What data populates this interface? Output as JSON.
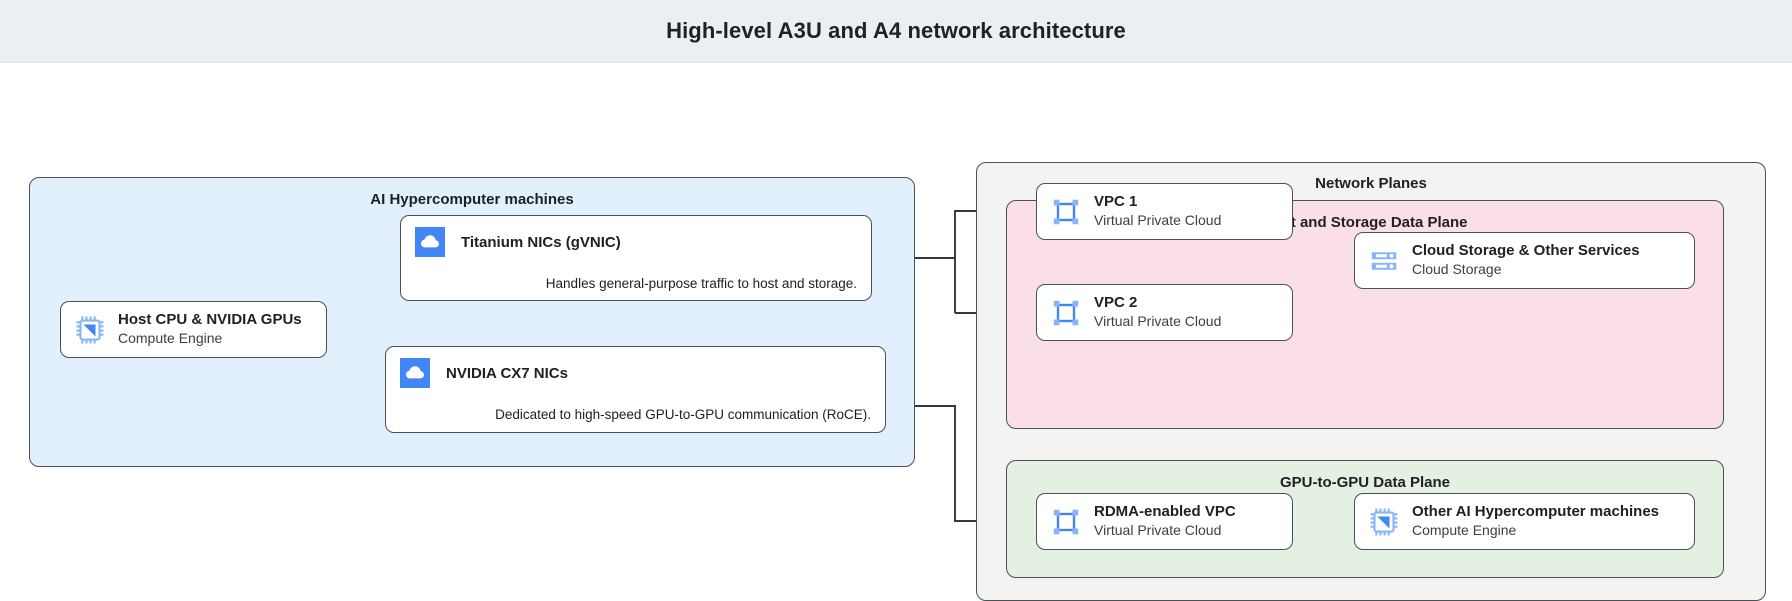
{
  "header": {
    "title": "High-level A3U and A4 network architecture"
  },
  "colors": {
    "header_bg": "#eceff1",
    "machines_group_bg": "#e2f0fd",
    "planes_group_bg": "#f3f3f1",
    "host_plane_bg": "#fae0e6",
    "gpu_plane_bg": "#e3f0e2",
    "stroke": "#4a5257",
    "icon_blue": "#4285f4",
    "icon_blue_light": "#8ab4f8",
    "text": "#202124"
  },
  "groups": {
    "machines": {
      "title": "AI Hypercomputer machines"
    },
    "network_planes": {
      "title": "Network Planes"
    },
    "host_storage_plane": {
      "title": "Host and Storage Data Plane"
    },
    "gpu_plane": {
      "title": "GPU-to-GPU Data Plane"
    }
  },
  "nodes": {
    "host_cpu_gpus": {
      "title": "Host CPU & NVIDIA GPUs",
      "subtitle": "Compute Engine",
      "icon": "compute-engine-chip-icon"
    },
    "titanium_nics": {
      "title": "Titanium NICs (gVNIC)",
      "description": "Handles general-purpose traffic to host and storage.",
      "icon": "google-cloud-icon"
    },
    "nvidia_cx7_nics": {
      "title": "NVIDIA CX7 NICs",
      "description": "Dedicated to high-speed GPU-to-GPU communication (RoCE).",
      "icon": "google-cloud-icon"
    },
    "vpc_1": {
      "title": "VPC 1",
      "subtitle": "Virtual Private Cloud",
      "icon": "vpc-network-icon"
    },
    "vpc_2": {
      "title": "VPC 2",
      "subtitle": "Virtual Private Cloud",
      "icon": "vpc-network-icon"
    },
    "cloud_storage": {
      "title": "Cloud Storage & Other Services",
      "subtitle": "Cloud Storage",
      "icon": "cloud-storage-icon"
    },
    "rdma_vpc": {
      "title": "RDMA-enabled VPC",
      "subtitle": "Virtual Private Cloud",
      "icon": "vpc-network-icon"
    },
    "other_machines": {
      "title": "Other AI Hypercomputer machines",
      "subtitle": "Compute Engine",
      "icon": "compute-engine-chip-icon"
    }
  },
  "edges": [
    {
      "from": "host_cpu_gpus",
      "to": "titanium_nics"
    },
    {
      "from": "host_cpu_gpus",
      "to": "nvidia_cx7_nics"
    },
    {
      "from": "titanium_nics",
      "to": "vpc_1"
    },
    {
      "from": "titanium_nics",
      "to": "vpc_2"
    },
    {
      "from": "vpc_1",
      "to": "cloud_storage"
    },
    {
      "from": "vpc_2",
      "to": "cloud_storage"
    },
    {
      "from": "nvidia_cx7_nics",
      "to": "rdma_vpc"
    },
    {
      "from": "rdma_vpc",
      "to": "other_machines"
    }
  ]
}
